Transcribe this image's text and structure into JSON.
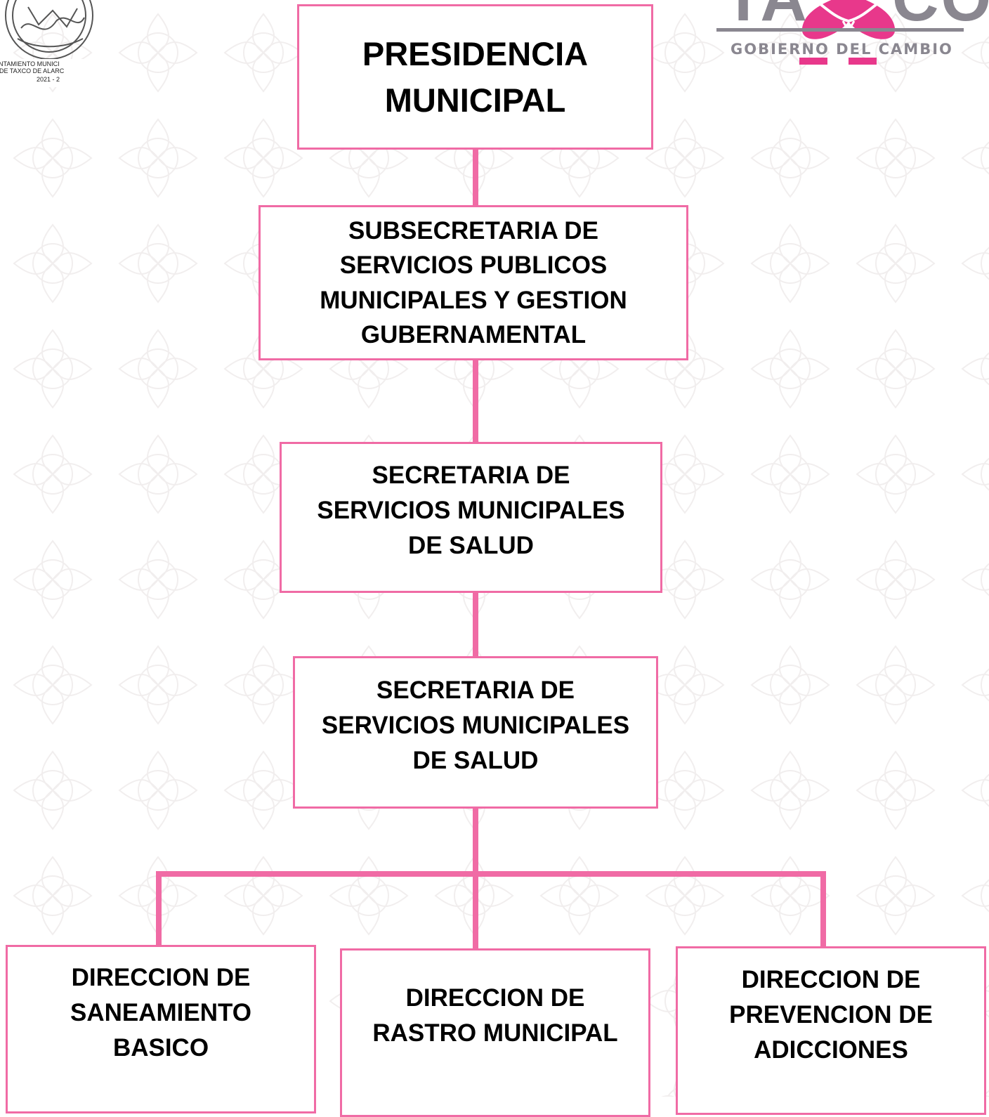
{
  "colors": {
    "accent_pink": "#f06ba5",
    "brand_gray": "#8a8790",
    "text": "#000000"
  },
  "header": {
    "left_logo": {
      "icon": "coat-of-arms-seal-icon",
      "line1": "NTAMIENTO MUNICI",
      "line2": "DE TAXCO DE ALARC",
      "line3": "2021 - 2"
    },
    "right_logo": {
      "icon": "taxco-flower-icon",
      "letters_left": "TA",
      "letters_right": "CO",
      "tagline": "GOBIERNO DEL CAMBIO"
    }
  },
  "org_chart": {
    "presidencia": [
      "PRESIDENCIA",
      "MUNICIPAL"
    ],
    "subsecretaria": [
      "SUBSECRETARIA DE",
      "SERVICIOS PUBLICOS",
      "MUNICIPALES Y GESTION",
      "GUBERNAMENTAL"
    ],
    "secretaria_1": [
      "SECRETARIA DE",
      "SERVICIOS MUNICIPALES",
      "DE SALUD"
    ],
    "secretaria_2": [
      "SECRETARIA DE",
      "SERVICIOS MUNICIPALES",
      "DE SALUD"
    ],
    "dir_saneamiento": [
      "DIRECCION DE",
      "SANEAMIENTO",
      "BASICO"
    ],
    "dir_rastro": [
      "DIRECCION DE",
      "RASTRO MUNICIPAL"
    ],
    "dir_adicciones": [
      "DIRECCION DE",
      "PREVENCION DE",
      "ADICCIONES"
    ]
  }
}
